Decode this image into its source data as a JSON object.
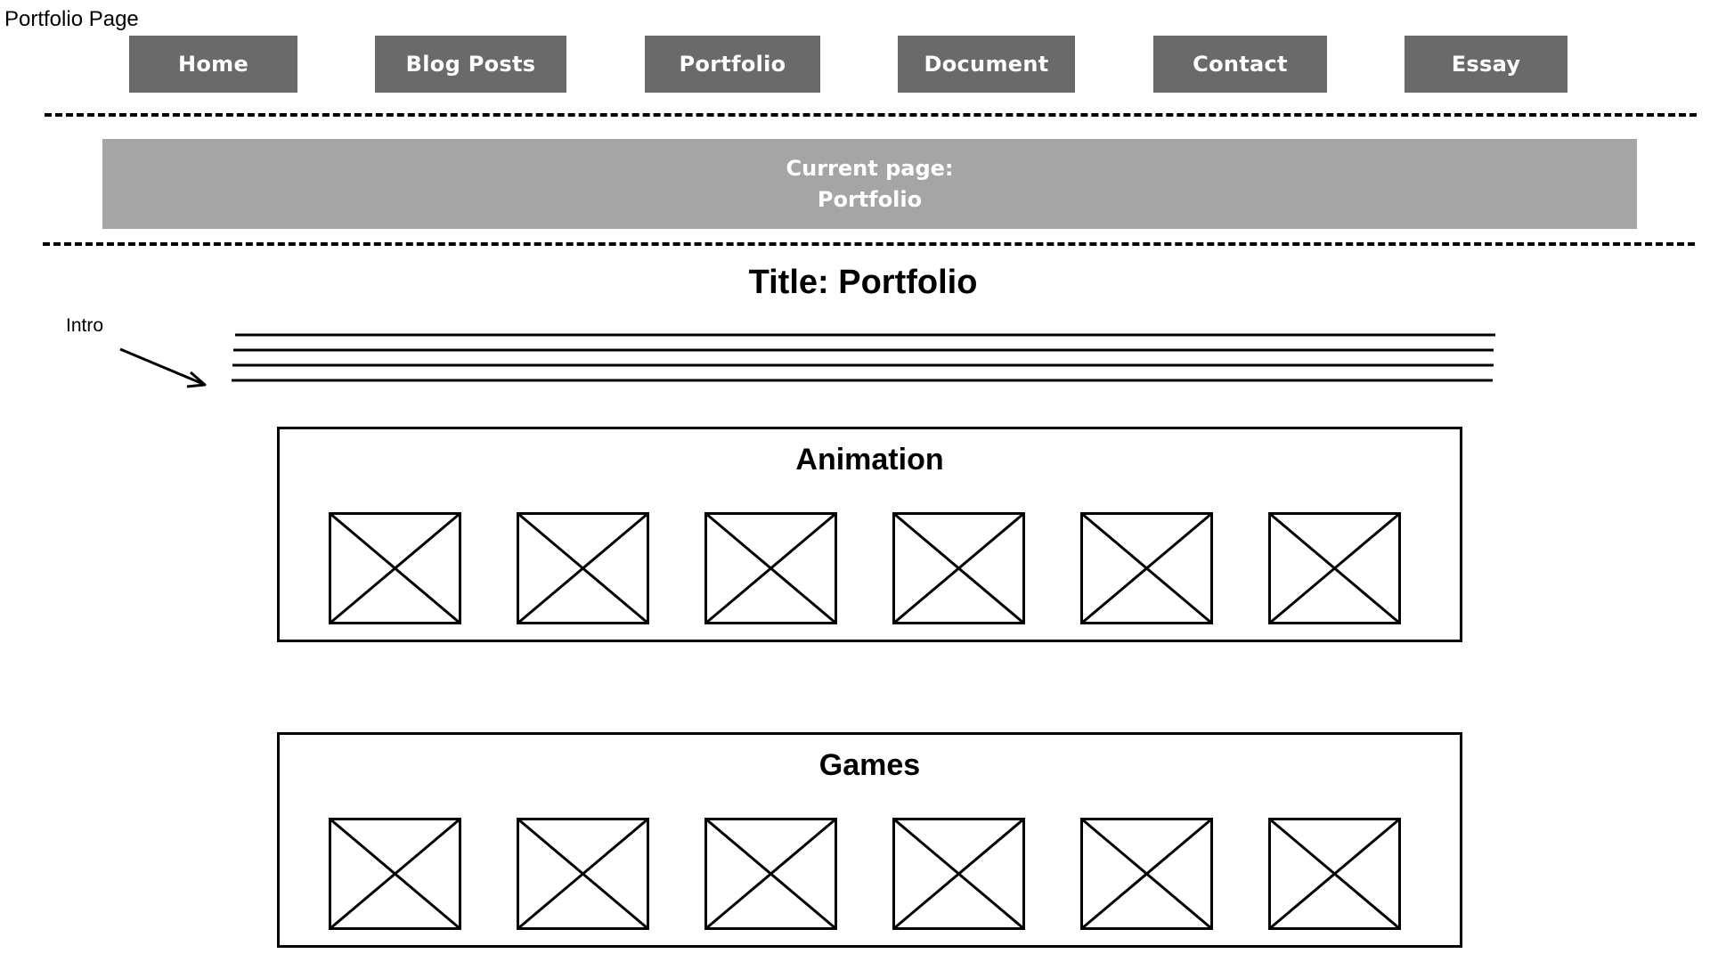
{
  "page_label": "Portfolio Page",
  "nav": [
    {
      "label": "Home"
    },
    {
      "label": "Blog Posts"
    },
    {
      "label": "Portfolio"
    },
    {
      "label": "Document"
    },
    {
      "label": "Contact"
    },
    {
      "label": "Essay"
    }
  ],
  "current_page": {
    "line1": "Current page:",
    "line2": "Portfolio"
  },
  "title": "Title: Portfolio",
  "intro_label": "Intro",
  "sections": [
    {
      "title": "Animation",
      "placeholder_count": 6
    },
    {
      "title": "Games",
      "placeholder_count": 6
    }
  ],
  "colors": {
    "nav_button": "#6a6a6a",
    "current_bar": "#a5a5a5",
    "button_text": "#ffffff",
    "line": "#000000"
  },
  "icons": {
    "placeholder": "image-placeholder-icon",
    "arrow": "arrow-icon"
  }
}
